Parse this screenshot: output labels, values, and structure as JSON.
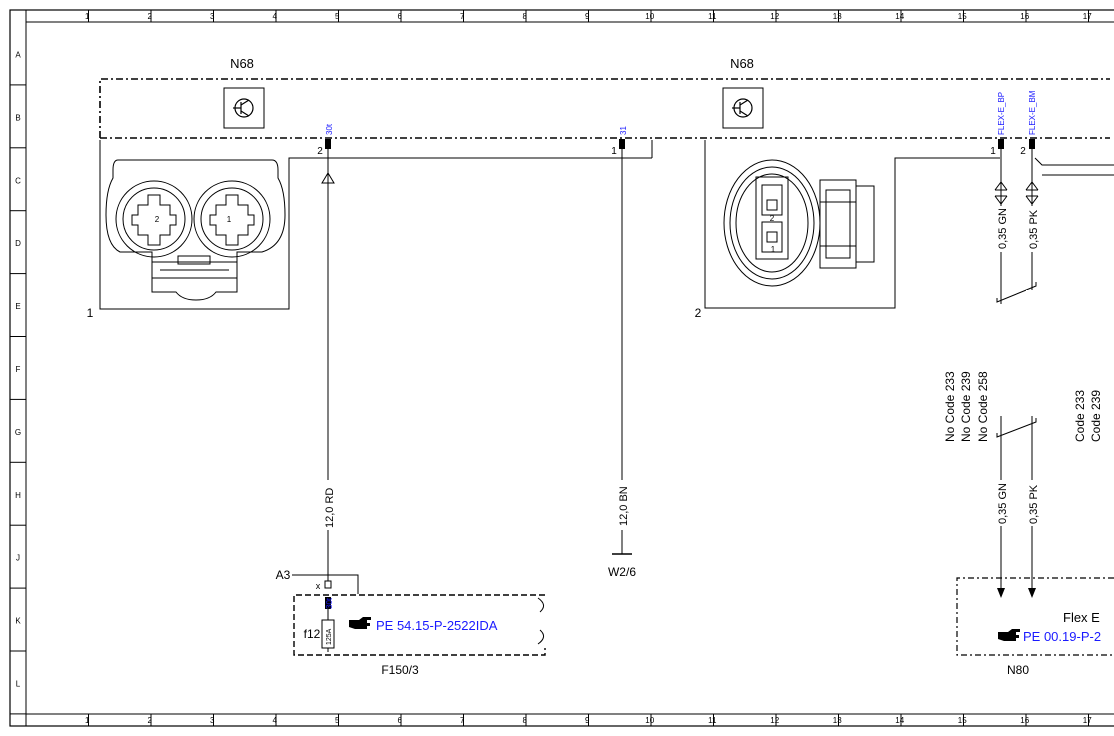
{
  "grid": {
    "columns": [
      "1",
      "2",
      "3",
      "4",
      "5",
      "6",
      "7",
      "8",
      "9",
      "10",
      "11",
      "12",
      "13",
      "14",
      "15",
      "16",
      "17"
    ],
    "rows": [
      "A",
      "B",
      "C",
      "D",
      "E",
      "F",
      "G",
      "H",
      "J",
      "K",
      "L"
    ]
  },
  "components": {
    "n68_left_label": "N68",
    "n68_right_label": "N68",
    "connector1_label": "1",
    "connector2_label": "2",
    "a3_label": "A3",
    "f150_label": "F150/3",
    "w26_label": "W2/6",
    "n80_label": "N80",
    "fuse_label": "f12",
    "fuse_rating": "125A",
    "fuse_pin_x": "x",
    "flex_e_label": "Flex E"
  },
  "pins": {
    "p30t_top": "30t",
    "p30t_bottom": "30t",
    "p31": "31",
    "flex_bp": "FLEX-E_BP",
    "flex_bm": "FLEX-E_BM",
    "pin_2_left": "2",
    "pin_1_mid": "1",
    "pin_1_right": "1",
    "pin_2_right": "2",
    "conn1_cav2": "2",
    "conn1_cav1": "1",
    "conn2_cav2": "2",
    "conn2_cav1": "1"
  },
  "wires": {
    "rd": "12,0 RD",
    "bn": "12,0 BN",
    "gn_top": "0,35 GN",
    "pk_top": "0,35 PK",
    "gn_bottom": "0,35 GN",
    "pk_bottom": "0,35 PK"
  },
  "codes": {
    "no_233": "No Code 233",
    "no_239": "No Code 239",
    "no_258": "No Code 258",
    "c233": "Code 233",
    "c239": "Code 239"
  },
  "links": {
    "pe_f150": "PE 54.15-P-2522IDA",
    "pe_n80": "PE 00.19-P-2"
  },
  "icons": {
    "transistor": "transistor-icon",
    "reference": "pointing-hand-icon"
  },
  "colors": {
    "link_blue": "#1a1aff",
    "line": "#000000"
  }
}
